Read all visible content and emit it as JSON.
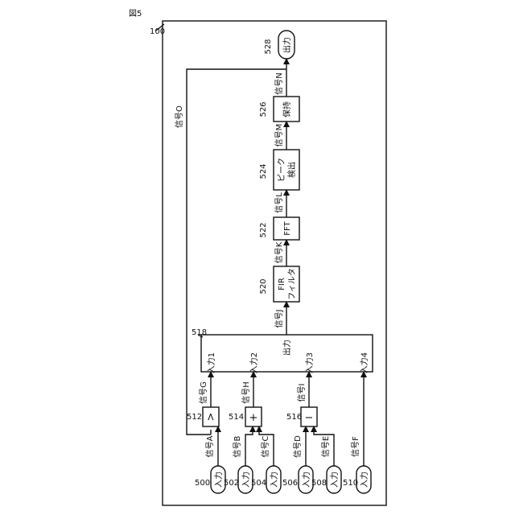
{
  "figure": {
    "title": "図5",
    "frame_ref": "100"
  },
  "inputs": [
    {
      "ref": "500",
      "label": "入力",
      "signal": "信号A"
    },
    {
      "ref": "502",
      "label": "入力",
      "signal": "信号B"
    },
    {
      "ref": "504",
      "label": "入力",
      "signal": "信号C"
    },
    {
      "ref": "506",
      "label": "入力",
      "signal": "信号D"
    },
    {
      "ref": "508",
      "label": "入力",
      "signal": "信号E"
    },
    {
      "ref": "510",
      "label": "入力",
      "signal": "信号F"
    }
  ],
  "operators": [
    {
      "ref": "512",
      "symbol": ">",
      "out_signal": "信号G"
    },
    {
      "ref": "514",
      "symbol": "+",
      "out_signal": "信号H"
    },
    {
      "ref": "516",
      "symbol": "−",
      "out_signal": "信号I"
    }
  ],
  "selector": {
    "ref": "518",
    "output_label": "出力",
    "inputs": [
      "入力1",
      "入力2",
      "入力3",
      "入力4"
    ]
  },
  "chain": [
    {
      "ref": "520",
      "lines": [
        "FIR",
        "フィルタ"
      ],
      "in_signal": "信号J"
    },
    {
      "ref": "522",
      "lines": [
        "FFT"
      ],
      "in_signal": "信号K"
    },
    {
      "ref": "524",
      "lines": [
        "ピーク",
        "検出"
      ],
      "in_signal": "信号L"
    },
    {
      "ref": "526",
      "lines": [
        "保持"
      ],
      "in_signal": "信号M"
    }
  ],
  "output": {
    "ref": "528",
    "label": "出力",
    "in_signal": "信号N"
  },
  "feedback_signal": "信号O"
}
